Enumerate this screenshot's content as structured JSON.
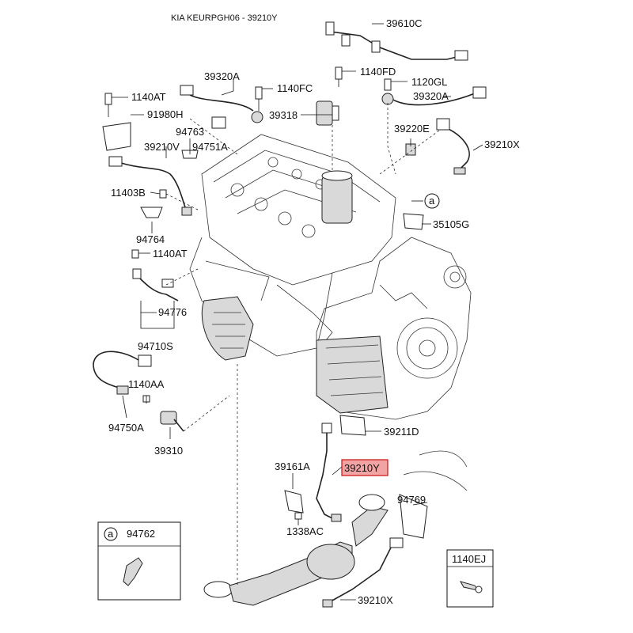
{
  "title": "KIA KEURPGH06 - 39210Y",
  "highlight_color": "#f2a3a3",
  "highlight_border": "#cc1111",
  "labels": {
    "p39610C": "39610C",
    "p1140FD": "1140FD",
    "p39320A_left": "39320A",
    "p1140FC": "1140FC",
    "p1140AT_top": "1140AT",
    "p91980H": "91980H",
    "p39318": "39318",
    "p1120GL": "1120GL",
    "p39320A_right": "39320A",
    "p94763": "94763",
    "p94751A": "94751A",
    "p39210V": "39210V",
    "p39220E": "39220E",
    "p39210X_top": "39210X",
    "p11403B": "11403B",
    "p35105G": "35105G",
    "p94764": "94764",
    "p1140AT_mid": "1140AT",
    "p94776": "94776",
    "p94710S": "94710S",
    "p1140AA": "1140AA",
    "p94750A": "94750A",
    "p39310": "39310",
    "p39211D": "39211D",
    "p39161A": "39161A",
    "p39210Y": "39210Y",
    "p94769": "94769",
    "p1338AC": "1338AC",
    "p39210X_bottom": "39210X",
    "callout_a": "a",
    "inset_a_marker": "a",
    "inset_a_part": "94762",
    "inset_1140EJ": "1140EJ"
  }
}
